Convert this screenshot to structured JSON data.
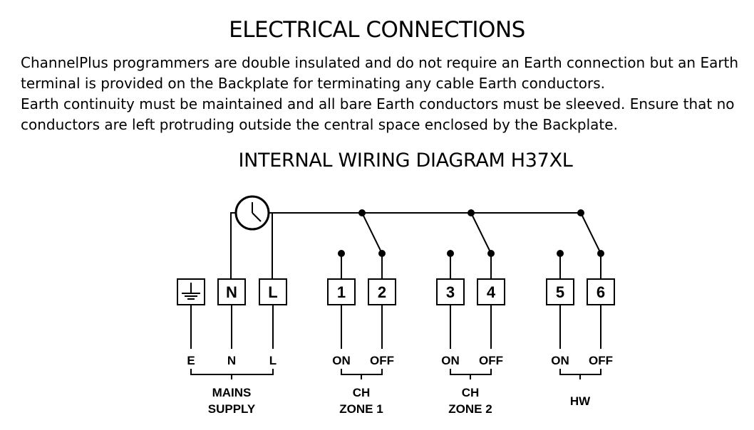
{
  "title": "ELECTRICAL CONNECTIONS",
  "intro_lines": [
    "ChannelPlus programmers are double insulated and do not require an Earth connection but an Earth",
    "terminal is provided on the Backplate for terminating any cable Earth conductors.",
    "Earth continuity must be maintained and all bare Earth conductors must be sleeved. Ensure that no",
    "conductors are left protruding outside the central space enclosed by the Backplate."
  ],
  "diagram": {
    "title": "INTERNAL WIRING DIAGRAM H37XL",
    "terminals": {
      "n": "N",
      "l": "L",
      "t1": "1",
      "t2": "2",
      "t3": "3",
      "t4": "4",
      "t5": "5",
      "t6": "6"
    },
    "wire_labels": {
      "e": "E",
      "n": "N",
      "l": "L",
      "on1": "ON",
      "off1": "OFF",
      "on2": "ON",
      "off2": "OFF",
      "on3": "ON",
      "off3": "OFF"
    },
    "groups": {
      "mains_1": "MAINS",
      "mains_2": "SUPPLY",
      "ch1_1": "CH",
      "ch1_2": "ZONE 1",
      "ch2_1": "CH",
      "ch2_2": "ZONE 2",
      "hw": "HW"
    },
    "icons": [
      "clock-icon",
      "earth-ground-icon"
    ],
    "colors": {
      "line": "#000000",
      "background": "#ffffff"
    }
  }
}
